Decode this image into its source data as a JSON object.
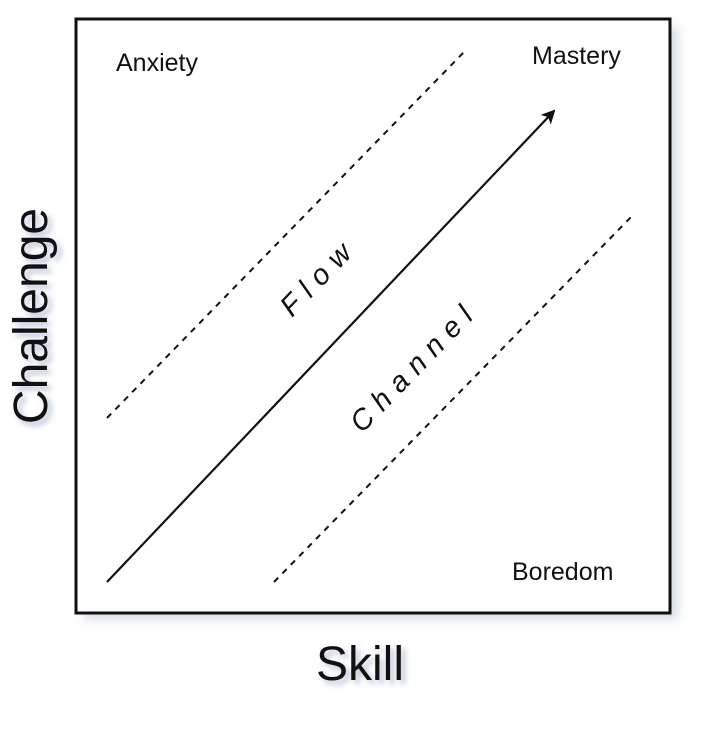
{
  "axes": {
    "x_label": "Skill",
    "y_label": "Challenge"
  },
  "regions": {
    "top_left": "Anxiety",
    "top_right": "Mastery",
    "bottom_right": "Boredom"
  },
  "channel": {
    "upper_word": "Flow",
    "lower_word": "Channel"
  },
  "colors": {
    "frame": "#111111",
    "shadow": "#b9c2d6",
    "text": "#111111"
  }
}
